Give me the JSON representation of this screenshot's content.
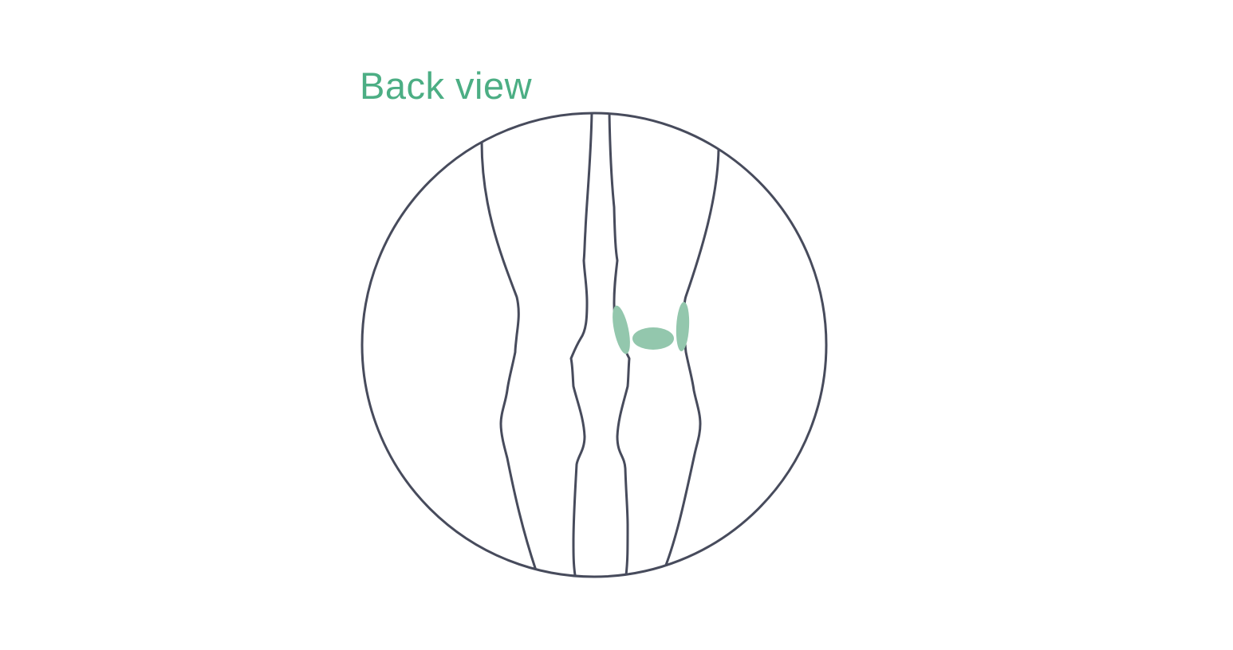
{
  "title": "Back view",
  "colors": {
    "accent": "#4cae84",
    "highlight": "#93c7ad",
    "outline": "#474b5c",
    "background": "#ffffff"
  },
  "highlights": [
    "inner-knee-edge-highlight",
    "back-of-knee-highlight",
    "outer-knee-edge-highlight"
  ]
}
